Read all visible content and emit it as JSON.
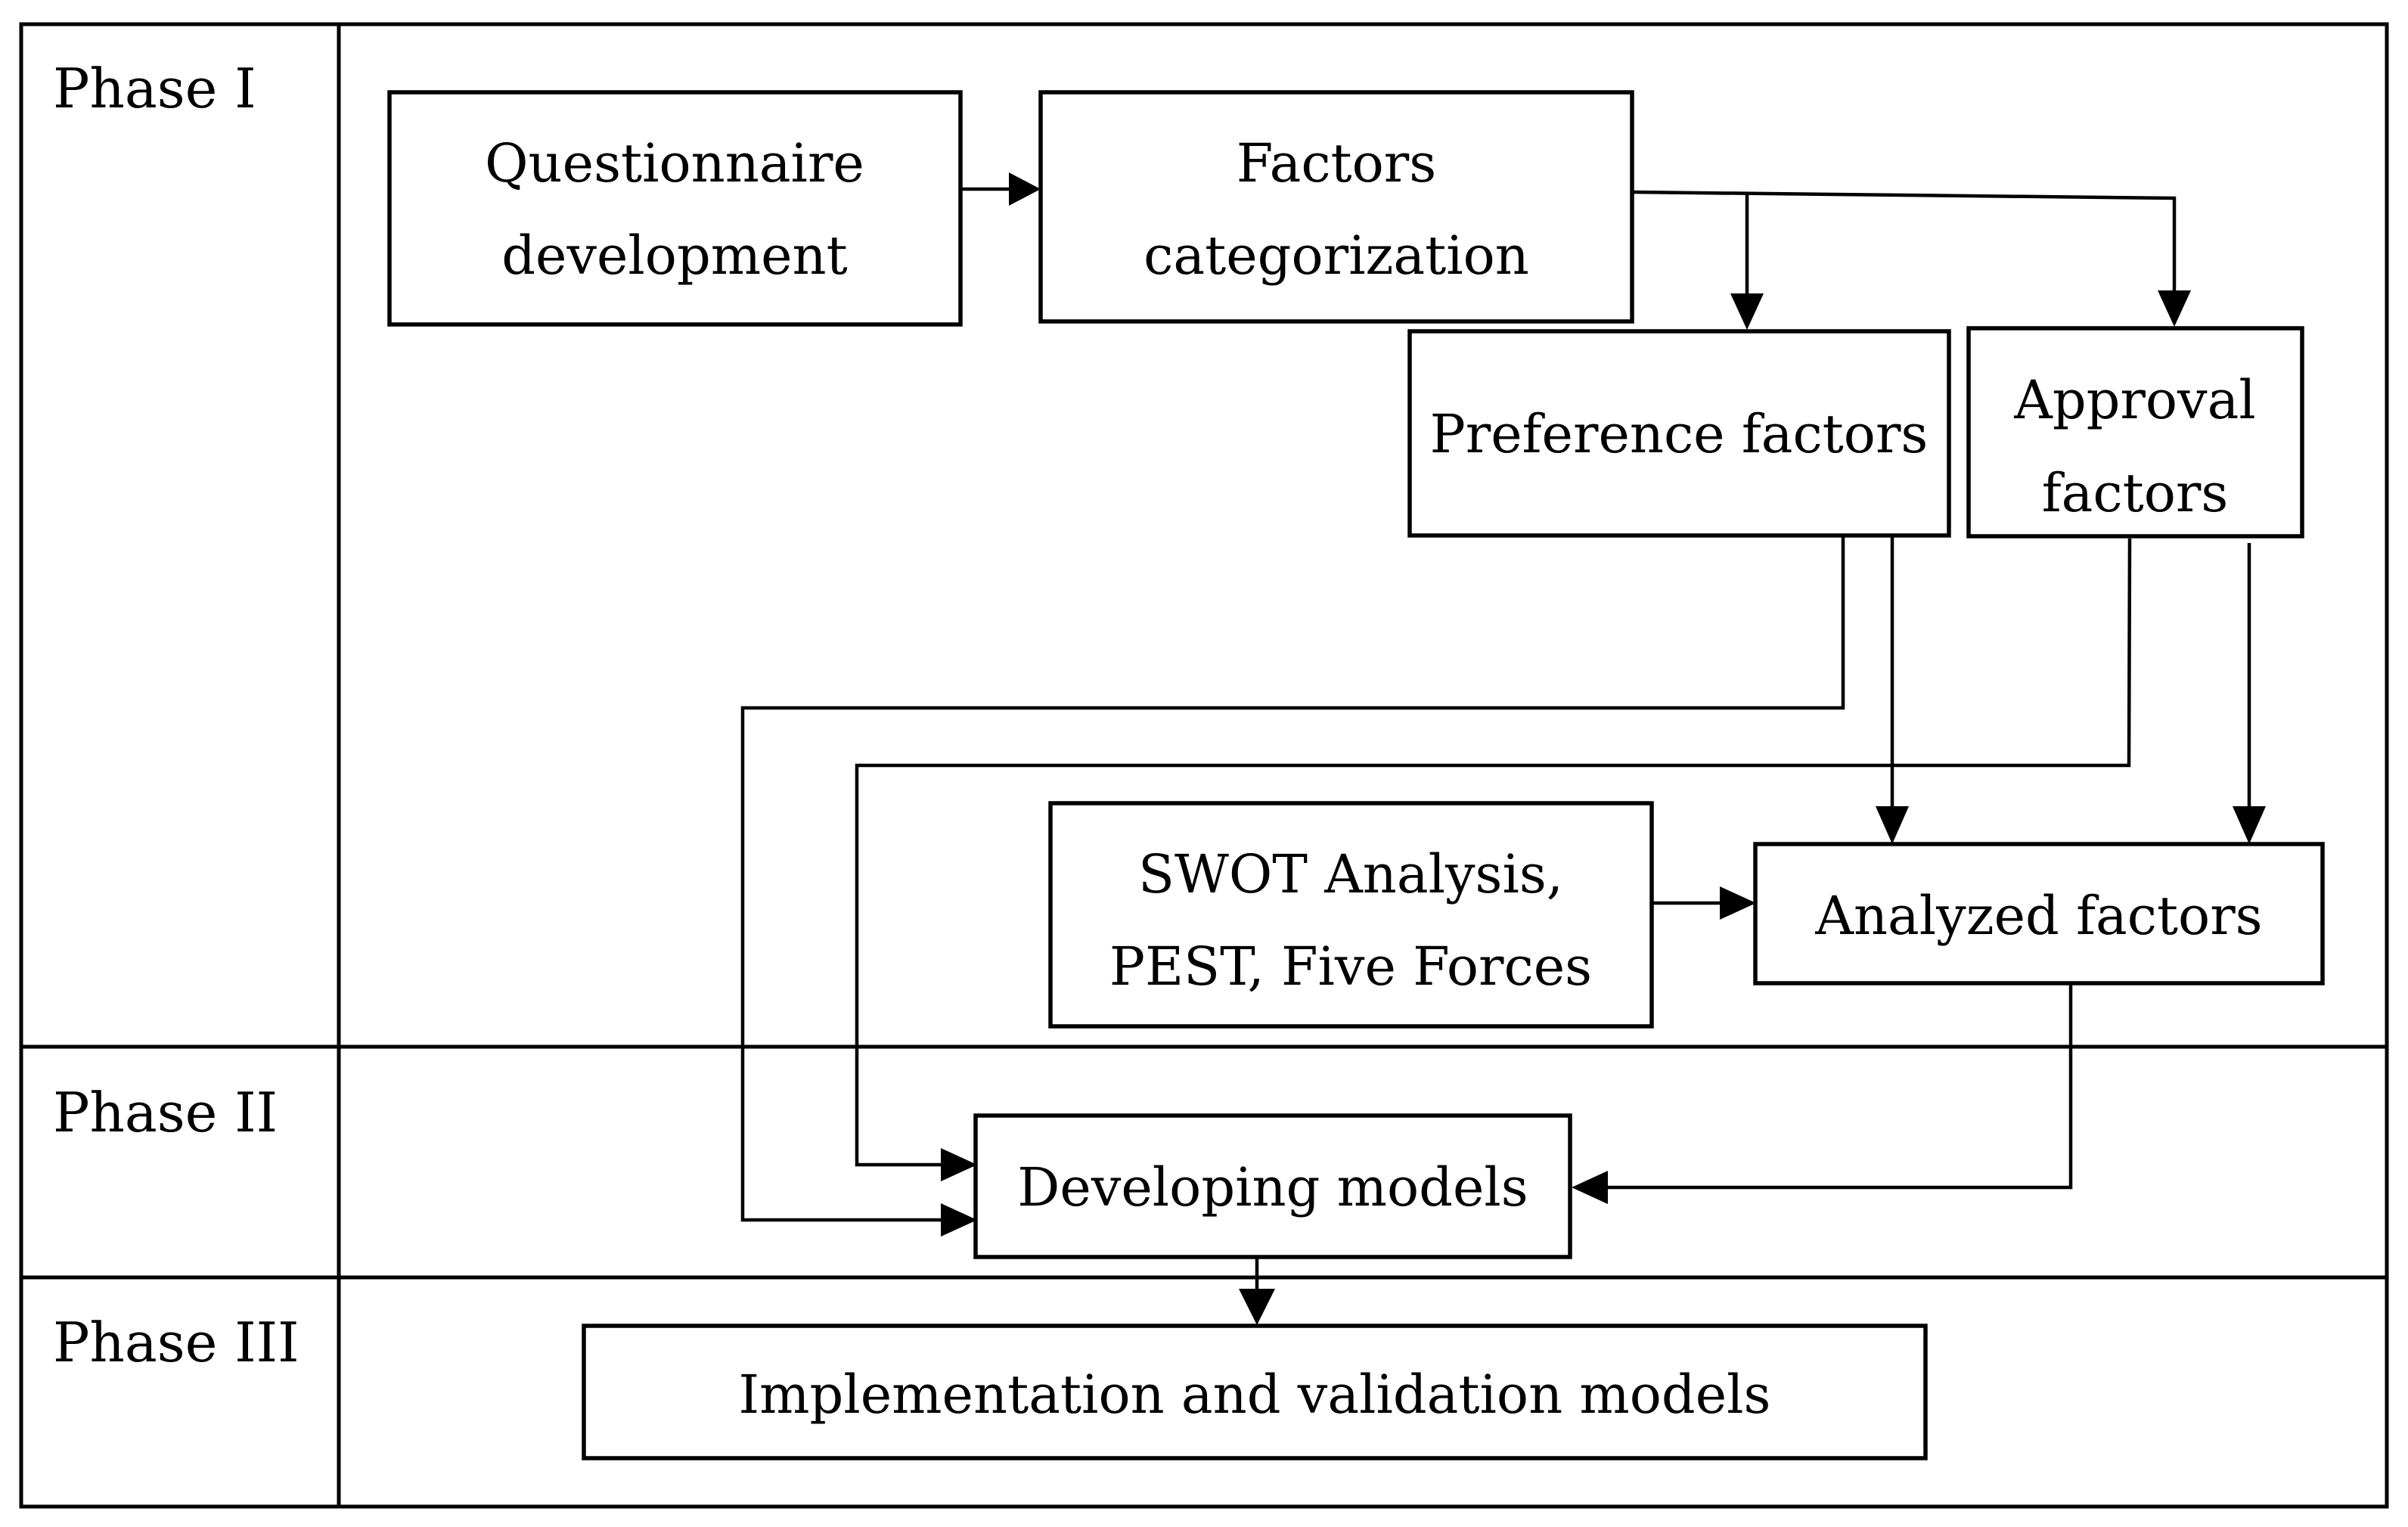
{
  "phases": {
    "phase1": "Phase I",
    "phase2": "Phase II",
    "phase3": "Phase III"
  },
  "nodes": {
    "questionnaire": {
      "line1": "Questionnaire",
      "line2": "development"
    },
    "factors_categorization": {
      "line1": "Factors",
      "line2": "categorization"
    },
    "preference_factors": {
      "line1": "Preference factors"
    },
    "approval_factors": {
      "line1": "Approval",
      "line2": "factors"
    },
    "swot": {
      "line1": "SWOT Analysis,",
      "line2": "PEST, Five Forces"
    },
    "analyzed_factors": {
      "line1": "Analyzed factors"
    },
    "developing_models": {
      "line1": "Developing models"
    },
    "implementation": {
      "line1": "Implementation and validation models"
    }
  },
  "connections": [
    {
      "from": "questionnaire",
      "to": "factors_categorization"
    },
    {
      "from": "factors_categorization",
      "to": "preference_factors"
    },
    {
      "from": "factors_categorization",
      "to": "approval_factors"
    },
    {
      "from": "preference_factors",
      "to": "analyzed_factors"
    },
    {
      "from": "approval_factors",
      "to": "analyzed_factors"
    },
    {
      "from": "preference_factors",
      "to": "developing_models"
    },
    {
      "from": "approval_factors",
      "to": "developing_models"
    },
    {
      "from": "swot",
      "to": "analyzed_factors"
    },
    {
      "from": "analyzed_factors",
      "to": "developing_models"
    },
    {
      "from": "developing_models",
      "to": "implementation"
    }
  ]
}
